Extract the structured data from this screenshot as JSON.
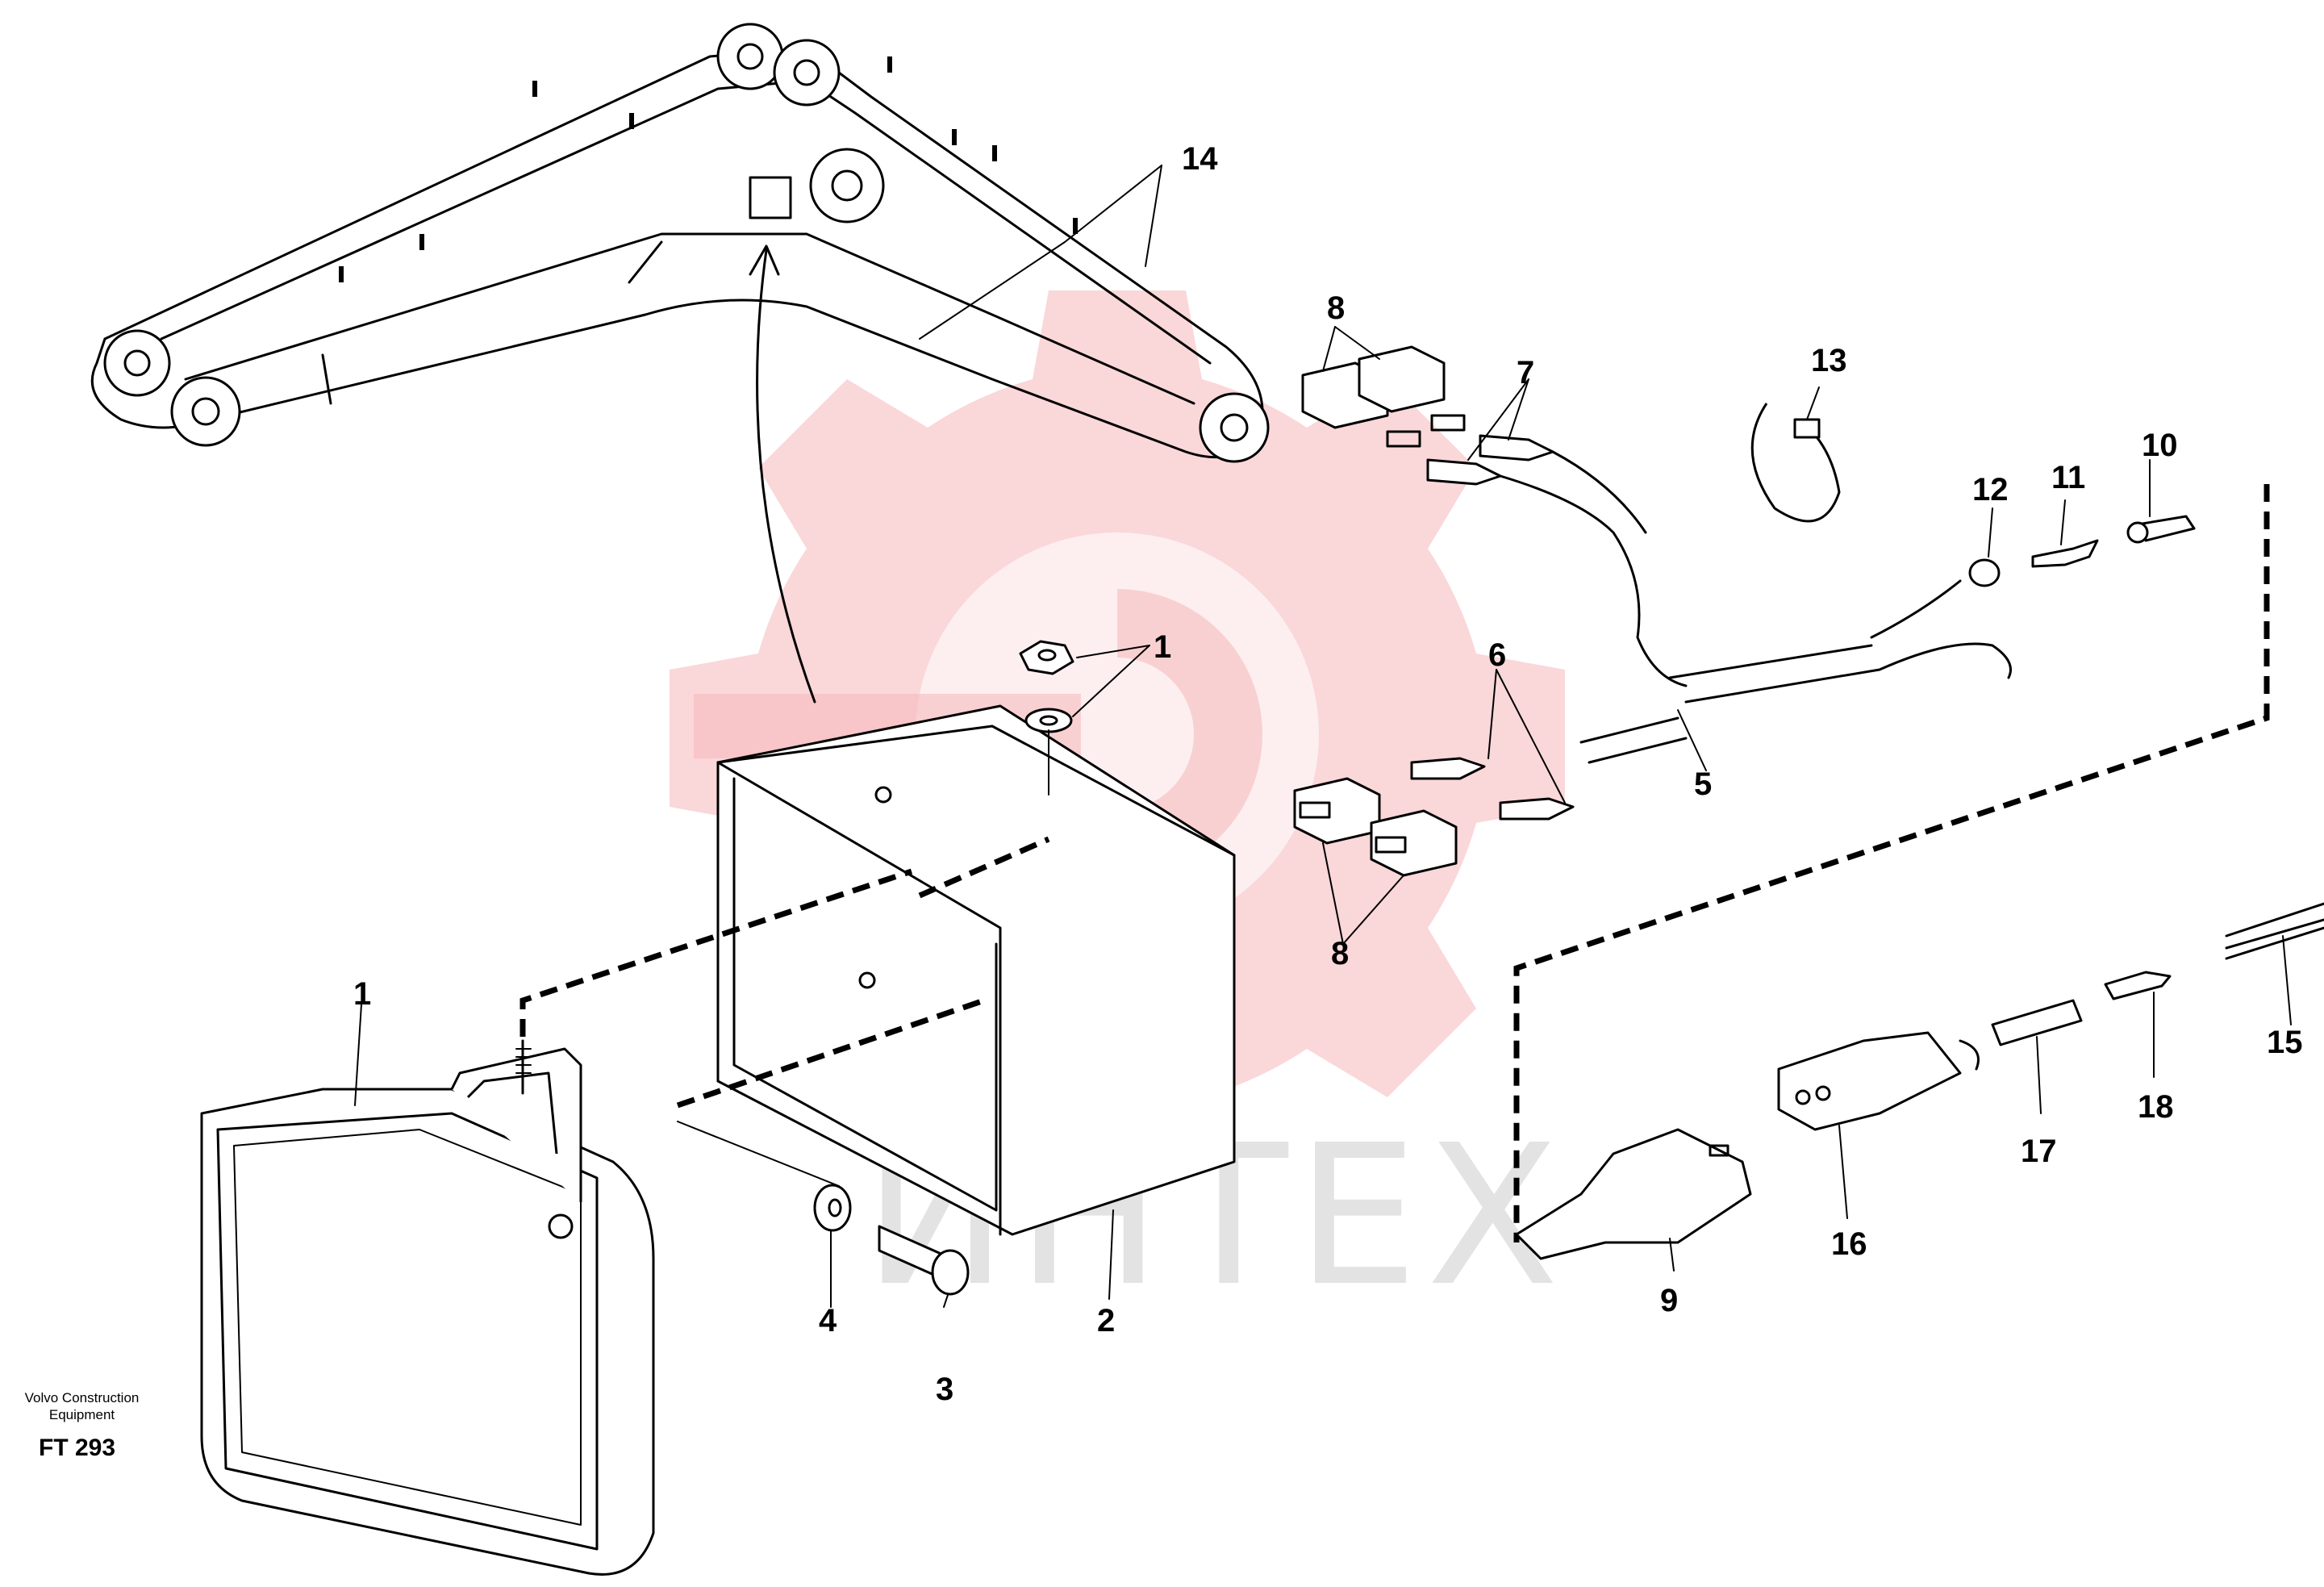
{
  "watermark": {
    "text": "ИНТЕХ",
    "color": "#f5b7b9"
  },
  "footer": {
    "maker": "Volvo Construction Equipment",
    "code": "FT 293"
  },
  "callouts": {
    "c1a": "1",
    "c1b": "1",
    "c2": "2",
    "c3": "3",
    "c4": "4",
    "c5": "5",
    "c6": "6",
    "c7": "7",
    "c8a": "8",
    "c8b": "8",
    "c9": "9",
    "c10": "10",
    "c11": "11",
    "c12": "12",
    "c13": "13",
    "c14": "14",
    "c15": "15",
    "c16": "16",
    "c17": "17",
    "c18": "18"
  }
}
